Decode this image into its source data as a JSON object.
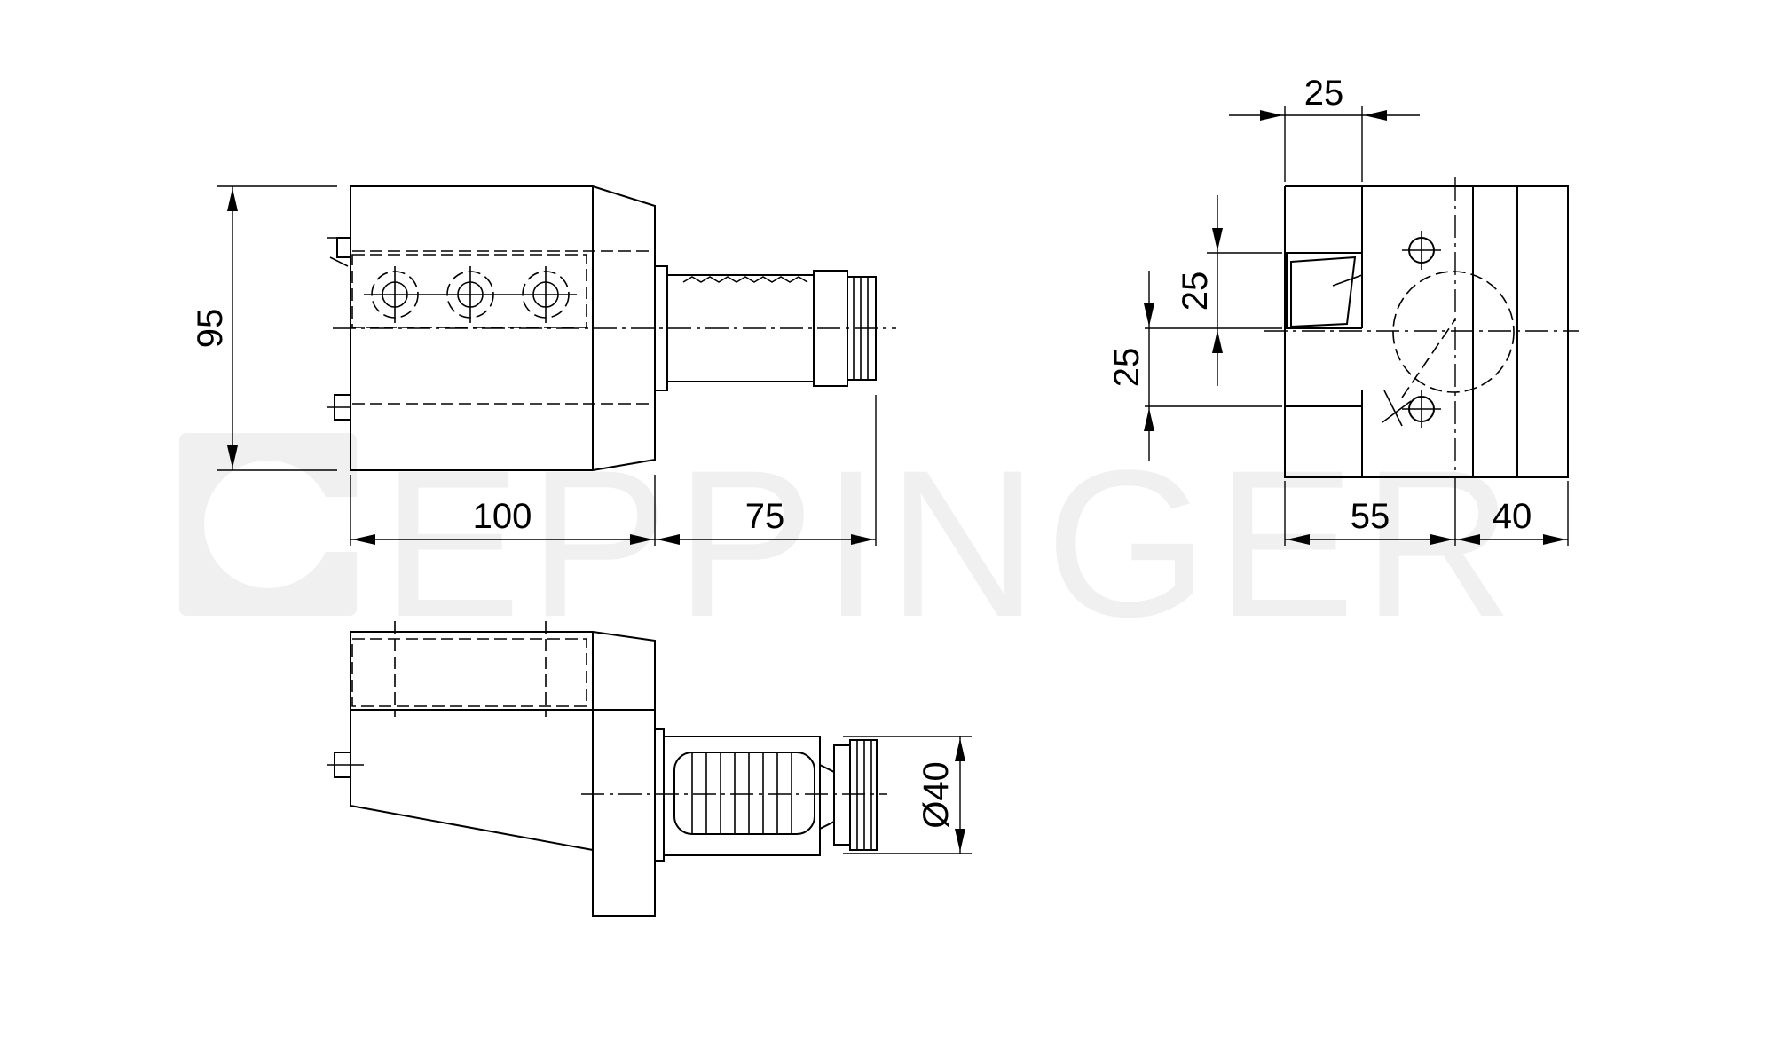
{
  "watermark": {
    "text": "EPPINGER",
    "color": "#f0f0f0"
  },
  "dimensions": {
    "height": "95",
    "body_length": "100",
    "shank_length": "75",
    "top_slot_width": "25",
    "slot_height": "25",
    "center_height": "25",
    "width_left": "55",
    "width_right": "40",
    "shank_diameter": "Ø40"
  },
  "colors": {
    "line": "#000000",
    "background": "#ffffff"
  }
}
